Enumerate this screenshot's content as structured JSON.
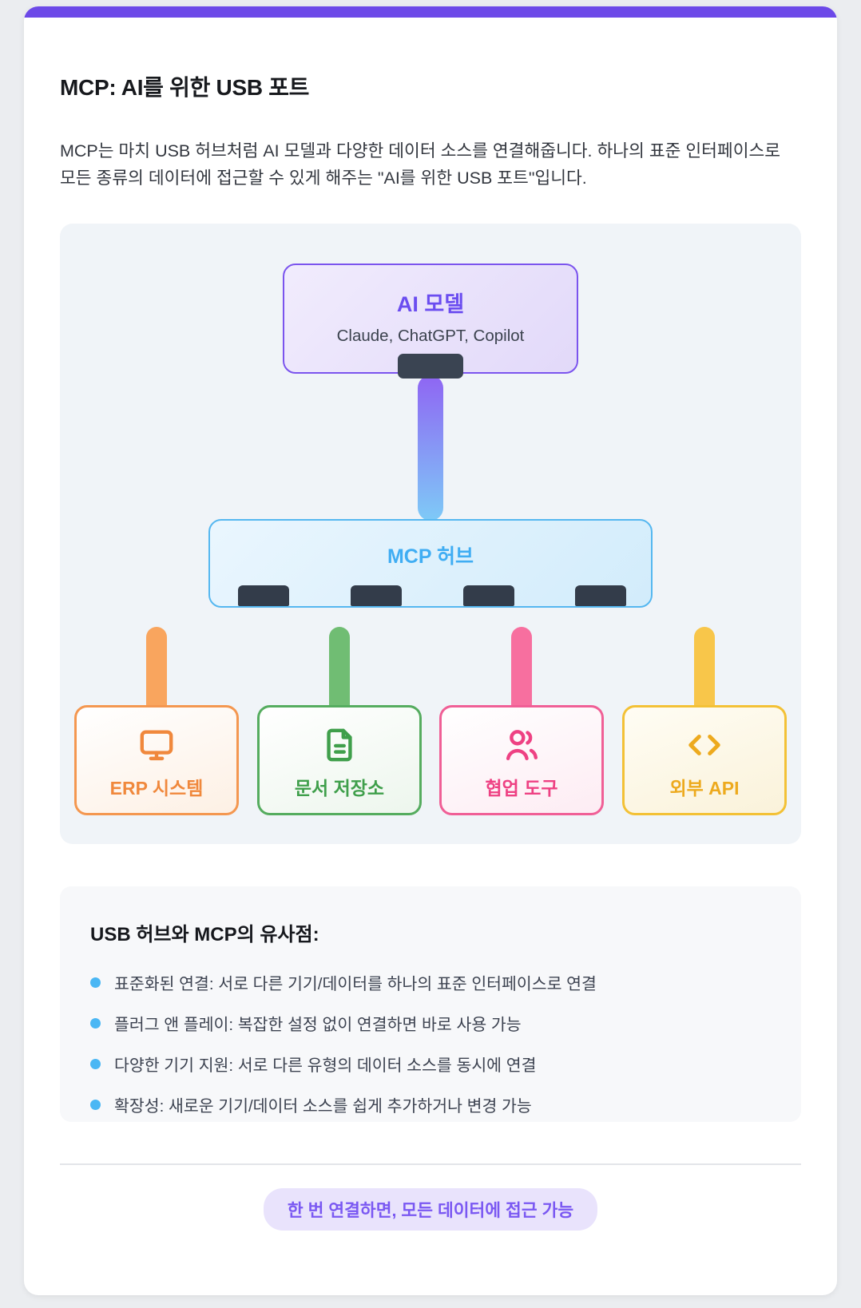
{
  "page": {
    "title": "MCP: AI를 위한 USB 포트",
    "intro": "MCP는 마치 USB 허브처럼 AI 모델과 다양한 데이터 소스를 연결해줍니다. 하나의 표준 인터페이스로 모든 종류의 데이터에 접근할 수 있게 해주는 \"AI를 위한 USB 포트\"입니다."
  },
  "diagram": {
    "ai_box": {
      "title": "AI 모델",
      "subtitle": "Claude, ChatGPT, Copilot"
    },
    "hub": {
      "label": "MCP 허브",
      "port_count": 4
    },
    "devices": [
      {
        "label": "ERP 시스템",
        "icon": "monitor-icon",
        "color": "#f0883c"
      },
      {
        "label": "문서 저장소",
        "icon": "document-icon",
        "color": "#3f9f4b"
      },
      {
        "label": "협업 도구",
        "icon": "users-icon",
        "color": "#ee4183"
      },
      {
        "label": "외부 API",
        "icon": "code-icon",
        "color": "#edaa1e"
      }
    ]
  },
  "similarities": {
    "heading": "USB 허브와 MCP의 유사점:",
    "items": [
      "표준화된 연결: 서로 다른 기기/데이터를 하나의 표준 인터페이스로 연결",
      "플러그 앤 플레이: 복잡한 설정 없이 연결하면 바로 사용 가능",
      "다양한 기기 지원: 서로 다른 유형의 데이터 소스를 동시에 연결",
      "확장성: 새로운 기기/데이터 소스를 쉽게 추가하거나 변경 가능"
    ]
  },
  "footer": {
    "badge": "한 번 연결하면, 모든 데이터에 접근 가능"
  },
  "colors": {
    "accent_purple": "#6c49e8",
    "ai_purple": "#6b4df0",
    "hub_blue": "#3fadf3",
    "erp_orange": "#f0883c",
    "docs_green": "#3f9f4b",
    "collab_pink": "#ee4183",
    "api_yellow": "#edaa1e",
    "bullet_blue": "#4ab7f4",
    "connector_dark": "#3a4452",
    "badge_bg": "#e9e3fc",
    "badge_text": "#7a58f2"
  }
}
